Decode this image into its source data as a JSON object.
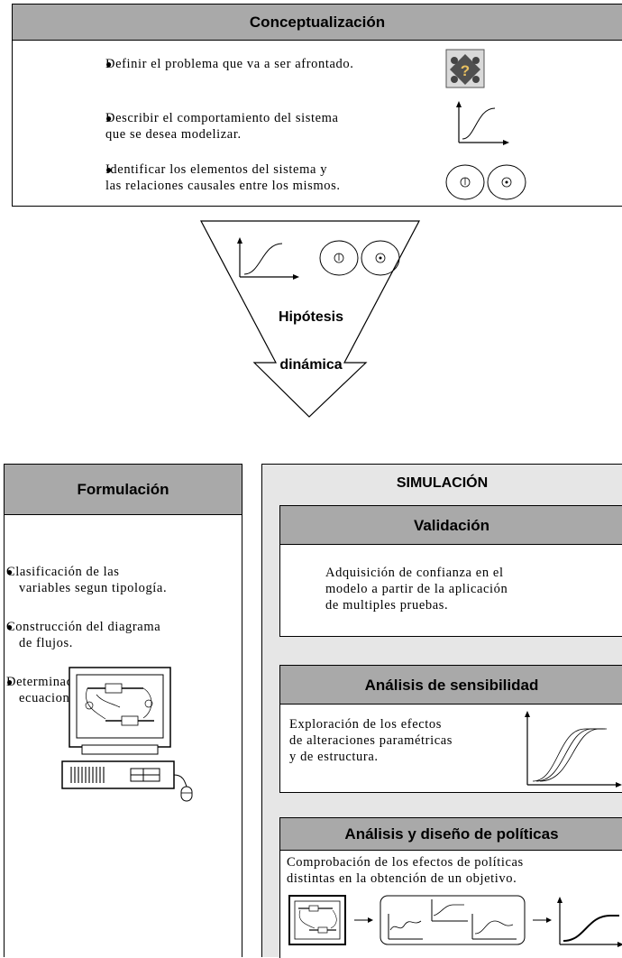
{
  "concept": {
    "title": "Conceptualización",
    "items": [
      {
        "lines": [
          "Definir el problema que va a ser afrontado."
        ]
      },
      {
        "lines": [
          "Describir el comportamiento del sistema",
          "que se desea modelizar."
        ]
      },
      {
        "lines": [
          "Identificar los elementos del sistema y",
          "las relaciones causales entre los mismos."
        ]
      }
    ]
  },
  "hypothesis": {
    "line1": "Hipótesis",
    "line2": "dinámica"
  },
  "formulacion": {
    "title": "Formulación",
    "items": [
      {
        "lines": [
          "Clasificación de las",
          "variables segun tipología."
        ]
      },
      {
        "lines": [
          "Construcción del diagrama",
          "de flujos."
        ]
      },
      {
        "lines": [
          "Determinación de las",
          "ecuaciones del modelo."
        ]
      }
    ]
  },
  "simulacion": {
    "title": "SIMULACIÓN",
    "validacion": {
      "title": "Validación",
      "lines": [
        "Adquisición de confianza en el",
        "modelo a partir de la aplicación",
        "de multiples pruebas."
      ]
    },
    "sensibilidad": {
      "title": "Análisis de sensibilidad",
      "lines": [
        "Exploración de los efectos",
        "de alteraciones paramétricas",
        "y de estructura."
      ]
    },
    "politicas": {
      "title": "Análisis y diseño de políticas",
      "lines": [
        "Comprobación de los efectos de políticas",
        "distintas en la obtención de un objetivo."
      ]
    }
  },
  "colors": {
    "header_gray": "#a9a9a9",
    "panel_gray": "#e6e6e6"
  }
}
